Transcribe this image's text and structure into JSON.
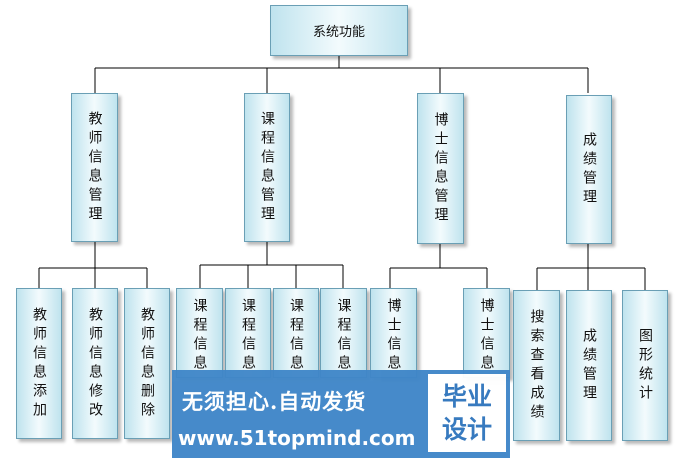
{
  "root": {
    "label": "系统功能"
  },
  "categories": [
    {
      "label": "教师信息管理",
      "children": [
        "教师信息添加",
        "教师信息修改",
        "教师信息删除"
      ]
    },
    {
      "label": "课程信息管理",
      "children": [
        "课程信息",
        "课程信息",
        "课程信息",
        "课程信息"
      ]
    },
    {
      "label": "博士信息管理",
      "children": [
        "博士信息",
        "博士信息"
      ]
    },
    {
      "label": "成绩管理",
      "children": [
        "搜索查看成绩",
        "成绩管理",
        "图形统计"
      ]
    }
  ],
  "watermark": {
    "line1": "无须担心.自动发货",
    "line2": "www.51topmind.com",
    "badge_line1": "毕业",
    "badge_line2": "设计"
  },
  "colors": {
    "node_fill": "#bfe3ee",
    "node_border": "#6a9fb5",
    "watermark_blue": "#3f86c8"
  }
}
